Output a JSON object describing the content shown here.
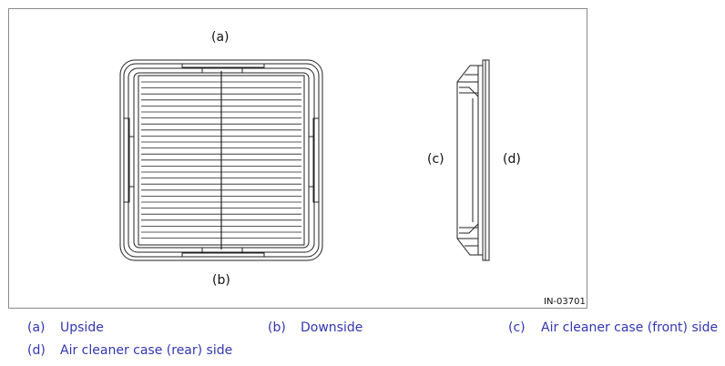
{
  "figure": {
    "callouts": {
      "a": "(a)",
      "b": "(b)",
      "c": "(c)",
      "d": "(d)"
    },
    "code": "IN-03701"
  },
  "legend": [
    {
      "key": "(a)",
      "text": "Upside"
    },
    {
      "key": "(b)",
      "text": "Downside"
    },
    {
      "key": "(c)",
      "text": "Air cleaner case (front) side"
    },
    {
      "key": "(d)",
      "text": "Air cleaner case (rear) side"
    }
  ],
  "colors": {
    "legend_text": "#3236b0",
    "line": "#222222",
    "border": "#8a8a8a"
  }
}
